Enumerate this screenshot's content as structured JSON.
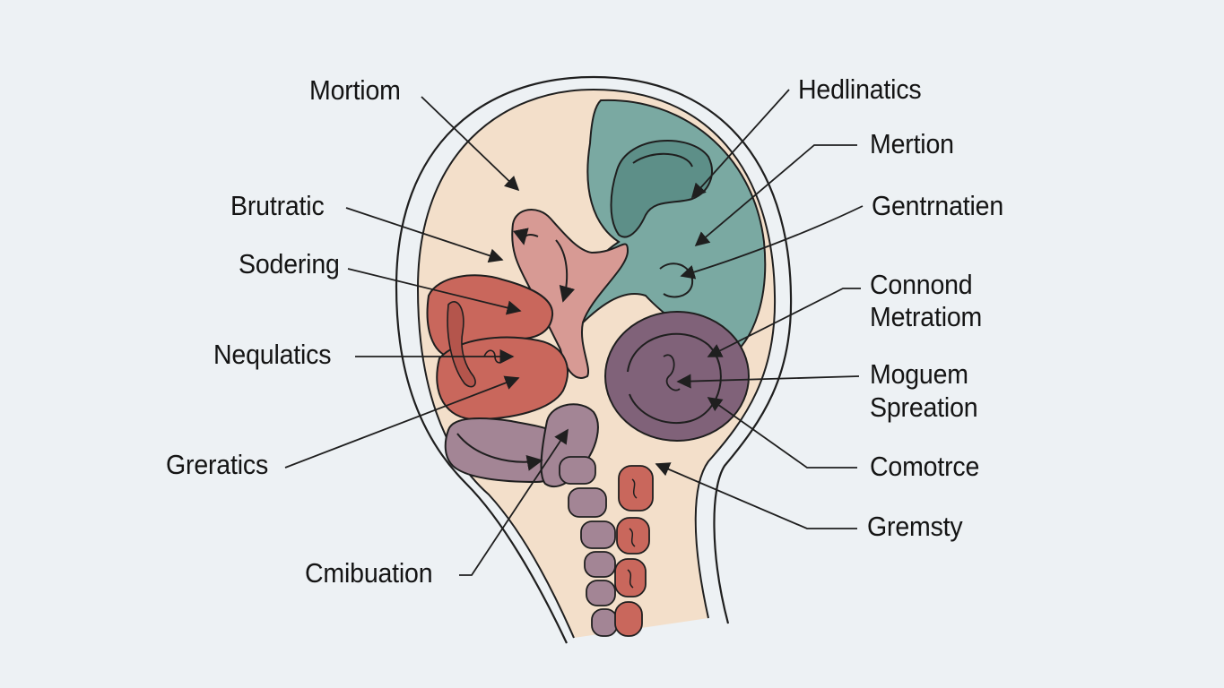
{
  "colors": {
    "background": "#edf1f4",
    "outline": "#1f1f1f",
    "cream": "#f3dfca",
    "teal": "#7aa9a2",
    "teal_dark": "#5d8f88",
    "pink": "#d79a94",
    "red": "#c9675c",
    "purple": "#806279",
    "mauve": "#a38595"
  },
  "labels": {
    "mortiom": "Mortiom",
    "brutratic": "Brutratic",
    "sodering": "Sodering",
    "nequlatics": "Nequlatics",
    "greratics": "Greratics",
    "cmibuation": "Cmibuation",
    "hedlinatics": "Hedlinatics",
    "mertion": "Mertion",
    "gentrnatien": "Gentrnatien",
    "connond": "Connond",
    "metratiom": "Metratiom",
    "moguem": "Moguem",
    "spreation": "Spreation",
    "comotrce": "Comotrce",
    "gremsty": "Gremsty"
  }
}
